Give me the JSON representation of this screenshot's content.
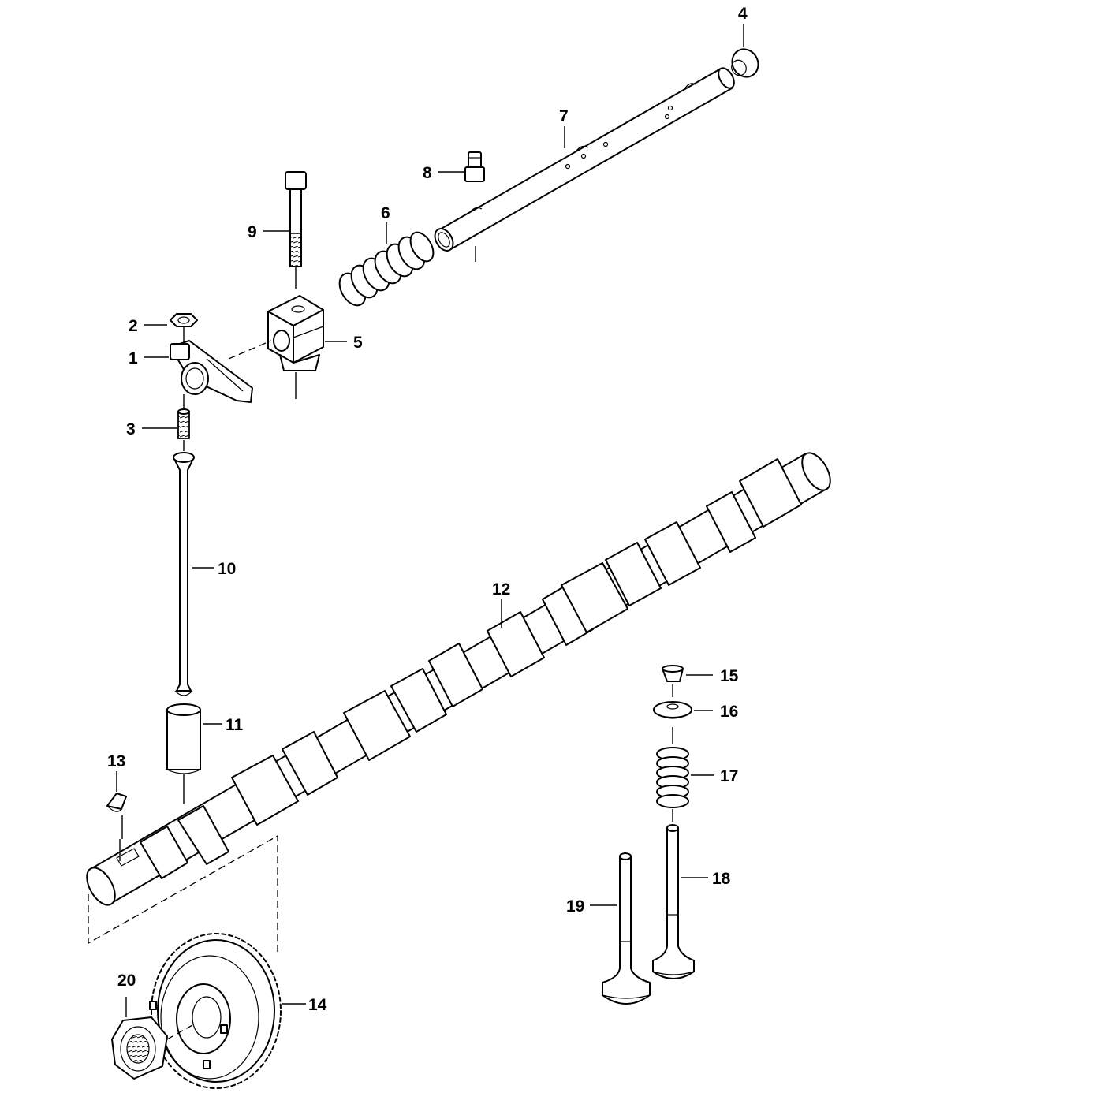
{
  "callouts": [
    {
      "id": "c1",
      "text": "1"
    },
    {
      "id": "c2",
      "text": "2"
    },
    {
      "id": "c3",
      "text": "3"
    },
    {
      "id": "c4",
      "text": "4"
    },
    {
      "id": "c5",
      "text": "5"
    },
    {
      "id": "c6",
      "text": "6"
    },
    {
      "id": "c7",
      "text": "7"
    },
    {
      "id": "c8",
      "text": "8"
    },
    {
      "id": "c9",
      "text": "9"
    },
    {
      "id": "c10",
      "text": "10"
    },
    {
      "id": "c11",
      "text": "11"
    },
    {
      "id": "c12",
      "text": "12"
    },
    {
      "id": "c13",
      "text": "13"
    },
    {
      "id": "c14",
      "text": "14"
    },
    {
      "id": "c15",
      "text": "15"
    },
    {
      "id": "c16",
      "text": "16"
    },
    {
      "id": "c17",
      "text": "17"
    },
    {
      "id": "c18",
      "text": "18"
    },
    {
      "id": "c19",
      "text": "19"
    },
    {
      "id": "c20",
      "text": "20"
    }
  ]
}
